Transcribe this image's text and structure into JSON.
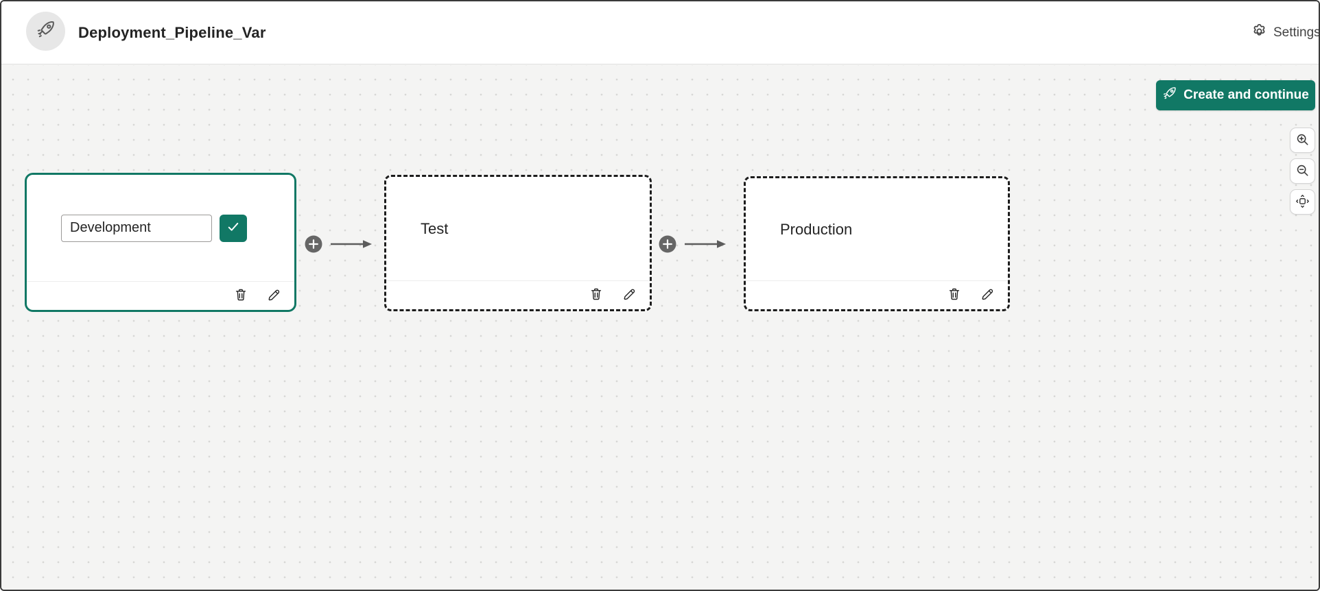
{
  "header": {
    "title": "Deployment_Pipeline_Var",
    "settings_label": "Settings"
  },
  "toolbar": {
    "create_button_label": "Create and continue"
  },
  "pipeline": {
    "stages": [
      {
        "name": "Development",
        "state": "editing"
      },
      {
        "name": "Test",
        "state": "placeholder"
      },
      {
        "name": "Production",
        "state": "placeholder"
      }
    ]
  },
  "zoom_controls": {
    "items": [
      {
        "name": "zoom-in"
      },
      {
        "name": "zoom-out"
      },
      {
        "name": "fit-view"
      }
    ]
  },
  "colors": {
    "accent": "#117865",
    "canvas_background": "#f4f4f3",
    "connector_gray": "#666666",
    "card_dash": "#1d1d1d"
  }
}
